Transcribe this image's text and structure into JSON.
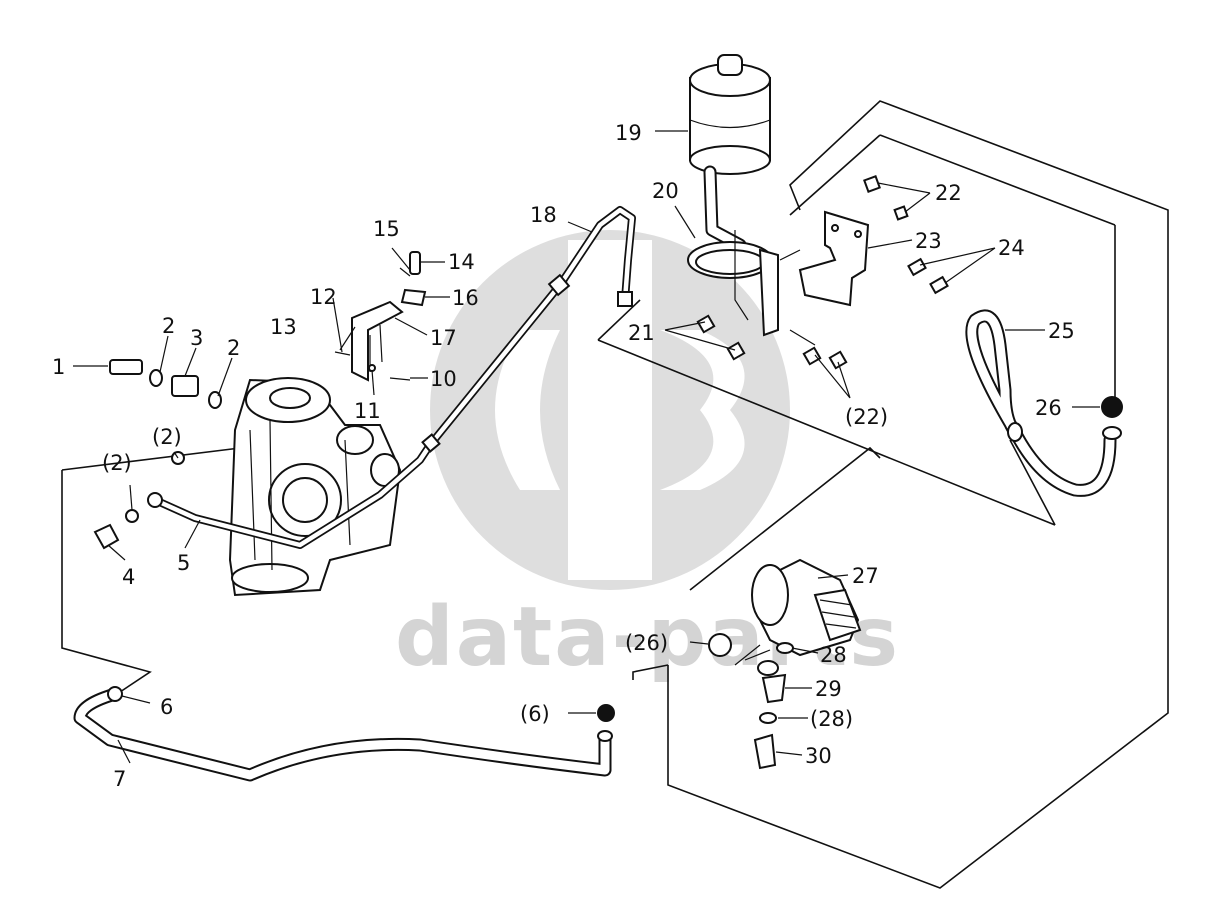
{
  "watermark": {
    "text": "data-parts",
    "color": "#d4d4d4"
  },
  "callouts": [
    {
      "id": "c1",
      "text": "1"
    },
    {
      "id": "c2a",
      "text": "2"
    },
    {
      "id": "c3",
      "text": "3"
    },
    {
      "id": "c2b",
      "text": "2"
    },
    {
      "id": "c2p1",
      "text": "(2)"
    },
    {
      "id": "c2p2",
      "text": "(2)"
    },
    {
      "id": "c4",
      "text": "4"
    },
    {
      "id": "c5",
      "text": "5"
    },
    {
      "id": "c6",
      "text": "6"
    },
    {
      "id": "c7",
      "text": "7"
    },
    {
      "id": "c10",
      "text": "10"
    },
    {
      "id": "c11",
      "text": "11"
    },
    {
      "id": "c12",
      "text": "12"
    },
    {
      "id": "c13",
      "text": "13"
    },
    {
      "id": "c14",
      "text": "14"
    },
    {
      "id": "c15",
      "text": "15"
    },
    {
      "id": "c16",
      "text": "16"
    },
    {
      "id": "c17",
      "text": "17"
    },
    {
      "id": "c18",
      "text": "18"
    },
    {
      "id": "c19",
      "text": "19"
    },
    {
      "id": "c20",
      "text": "20"
    },
    {
      "id": "c21",
      "text": "21"
    },
    {
      "id": "c22",
      "text": "22"
    },
    {
      "id": "c22p",
      "text": "(22)"
    },
    {
      "id": "c23",
      "text": "23"
    },
    {
      "id": "c24",
      "text": "24"
    },
    {
      "id": "c25",
      "text": "25"
    },
    {
      "id": "c26",
      "text": "26"
    },
    {
      "id": "c26p",
      "text": "(26)"
    },
    {
      "id": "c27",
      "text": "27"
    },
    {
      "id": "c28",
      "text": "28"
    },
    {
      "id": "c29",
      "text": "29"
    },
    {
      "id": "c28p",
      "text": "(28)"
    },
    {
      "id": "c30",
      "text": "30"
    },
    {
      "id": "c6p",
      "text": "(6)"
    }
  ]
}
